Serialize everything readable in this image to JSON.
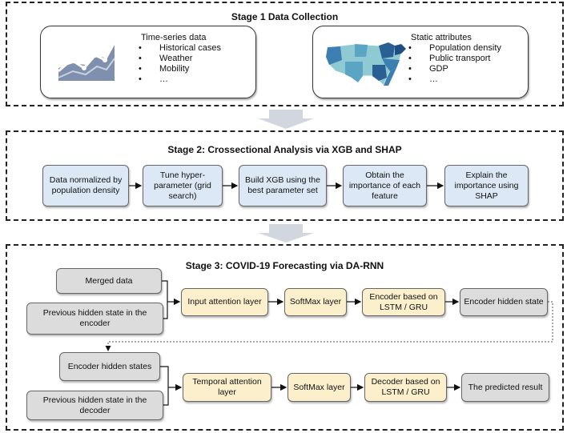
{
  "stage1": {
    "title": "Stage 1 Data Collection",
    "timeseries": {
      "heading": "Time-series data",
      "items": [
        "Historical cases",
        "Weather",
        "Mobility",
        "…"
      ]
    },
    "static": {
      "heading": "Static attributes",
      "items": [
        "Population density",
        "Public transport",
        "GDP",
        "…"
      ]
    }
  },
  "stage2": {
    "title": "Stage 2: Crossectional Analysis via XGB and SHAP",
    "boxes": [
      "Data normalized by population density",
      "Tune hyper-parameter (grid search)",
      "Build XGB using the best parameter set",
      "Obtain the importance of each feature",
      "Explain the importance using SHAP"
    ]
  },
  "stage3": {
    "title": "Stage 3: COVID-19 Forecasting via DA-RNN",
    "encoder": {
      "inputs": [
        "Merged data",
        "Previous hidden state in the encoder"
      ],
      "steps": [
        "Input attention layer",
        "SoftMax layer",
        "Encoder based on LSTM / GRU",
        "Encoder hidden state"
      ]
    },
    "decoder": {
      "inputs": [
        "Encoder hidden states",
        "Previous hidden state in the decoder"
      ],
      "steps": [
        "Temporal attention layer",
        "SoftMax layer",
        "Decoder based on LSTM / GRU",
        "The predicted result"
      ]
    }
  },
  "colors": {
    "blue_box": "#dce8f5",
    "gray_box": "#dcdcdc",
    "yellow_box": "#fcefcc",
    "arrow_gray": "#d2d6de",
    "map_dark": "#2a5f93",
    "map_light": "#8fc9d2"
  }
}
